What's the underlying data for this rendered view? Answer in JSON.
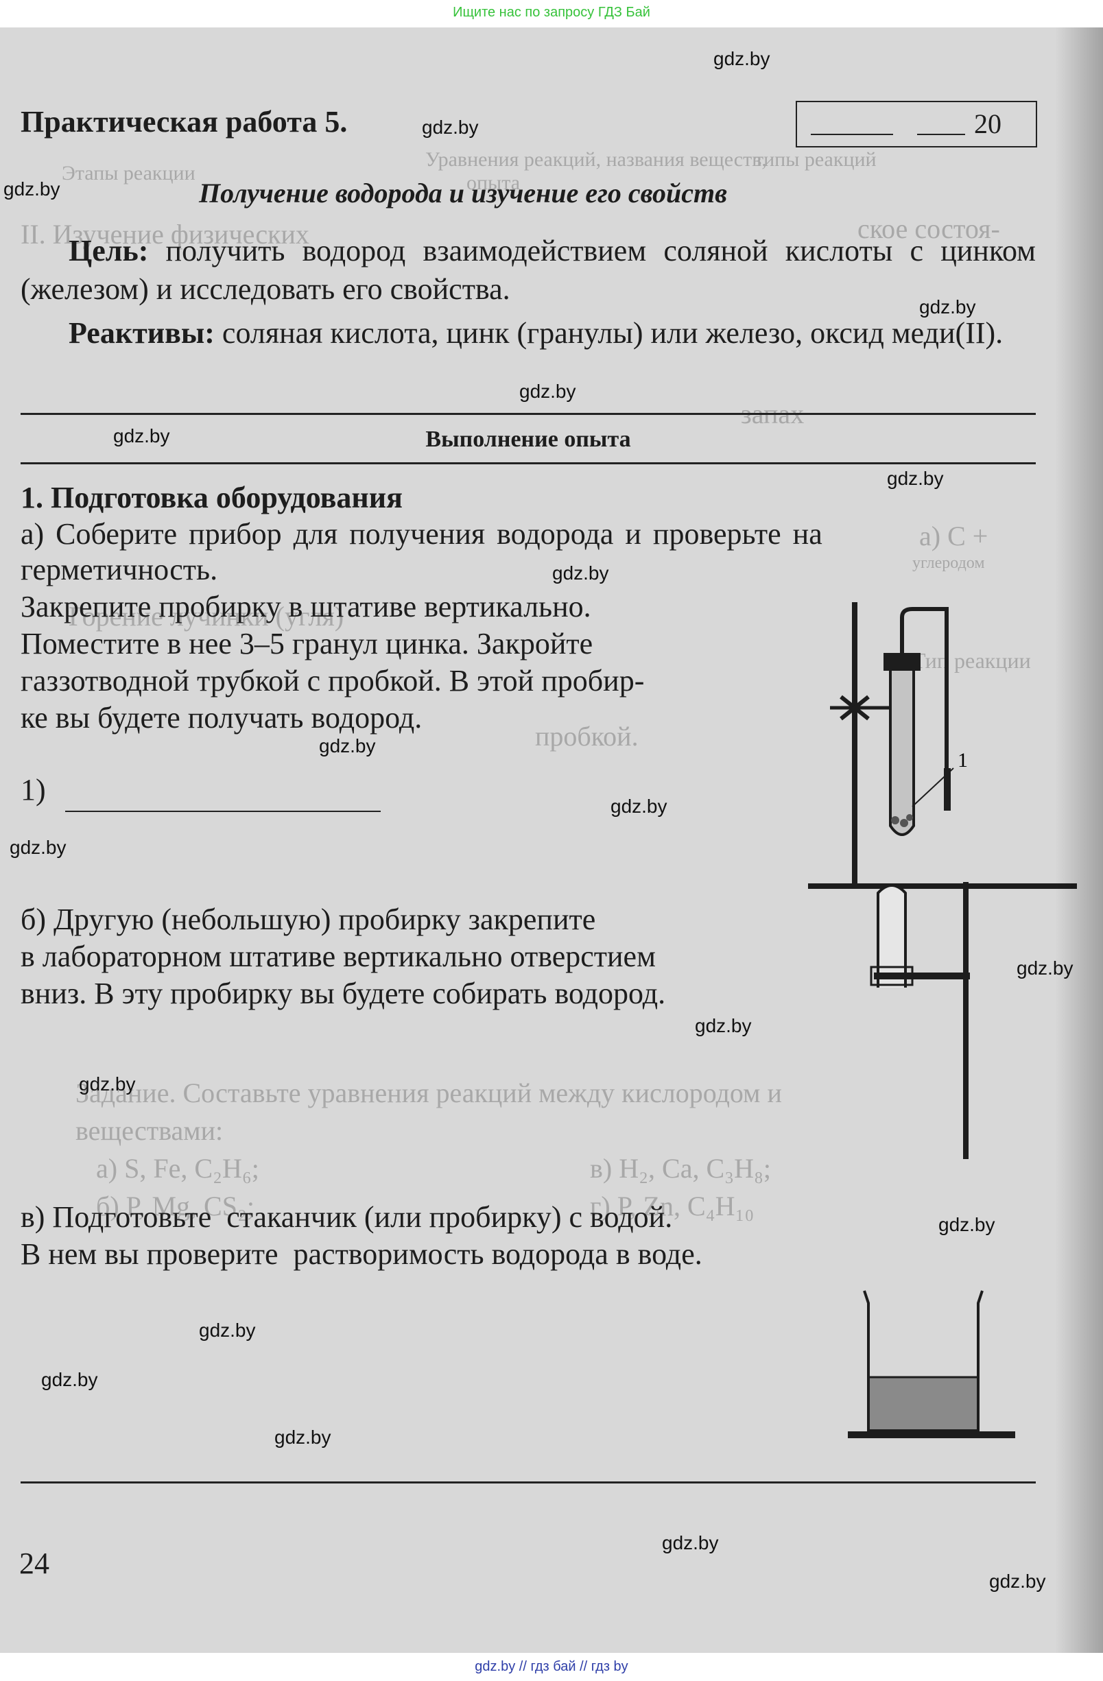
{
  "top_banner": "Ищите нас по запросу ГДЗ Бай",
  "bottom_banner": "gdz.by  //  гдз бай  //  гдз by",
  "header": {
    "title": "Практическая работа 5.",
    "date_year": "20"
  },
  "subtitle": "Получение водорода и изучение его свойств",
  "goal": {
    "label": "Цель:",
    "text": " получить водород взаимодействием соляной кислоты с цинком (железом) и исследовать его свойства."
  },
  "reagents": {
    "label": "Реактивы:",
    "text": " соляная кислота, цинк (гранулы) или железо, оксид меди(II)."
  },
  "section_title": "Выполнение опыта",
  "step1": {
    "heading": "1. Подготовка оборудования",
    "a_line1": "а) Соберите прибор для получения водорода и проверьте на",
    "a_line2": "герметичность.",
    "a_line3": "Закрепите пробирку в штативе вертикально.",
    "a_line4": "Поместите в нее 3–5 гранул цинка. Закройте",
    "a_line5": "газзотводной трубкой с пробкой. В этой пробир-",
    "a_line6": "ке вы будете получать водород.",
    "answer_label": "1)",
    "figure_label": "1",
    "b_line1": "б) Другую (небольшую) пробирку закрепите",
    "b_line2": "в лабораторном штативе вертикально отверстием",
    "b_line3": "вниз. В эту пробирку вы будете собирать водород.",
    "c_line1": "в) Подготовьте  стаканчик (или пробирку) с водой.",
    "c_line2": "В нем вы проверите  растворимость водорода в воде."
  },
  "page_number": "24",
  "watermark": "gdz.by",
  "ghost_text": {
    "g1": "Уравнения реакций, названия веществ,",
    "g2": "типы реакций",
    "g3": "Этапы реакции",
    "g4": "опыта",
    "g5": "II. Изучение физических",
    "g6": "ское состоя-",
    "g7": "запах",
    "g8": "а)  С  +",
    "g9": "углеродом",
    "g10": "Горение лучинки (угля)",
    "g11": "Тип реакции",
    "g12": "пробкой.",
    "g13": "Задание. Составьте уравнения реакций между кислородом и",
    "g14": "веществами:",
    "g15": "а) S, Fe, C₂H₆;",
    "g16": "в) H₂, Ca, C₃H₈;",
    "g17": "б) P, Mg, CS₂;",
    "g18": "г) P, Zn, C₄H₁₀"
  },
  "colors": {
    "banner_green": "#36c23a",
    "banner_blue": "#2e3ea8",
    "paper": "#d8d8d8",
    "ink": "#1d1d1d"
  }
}
